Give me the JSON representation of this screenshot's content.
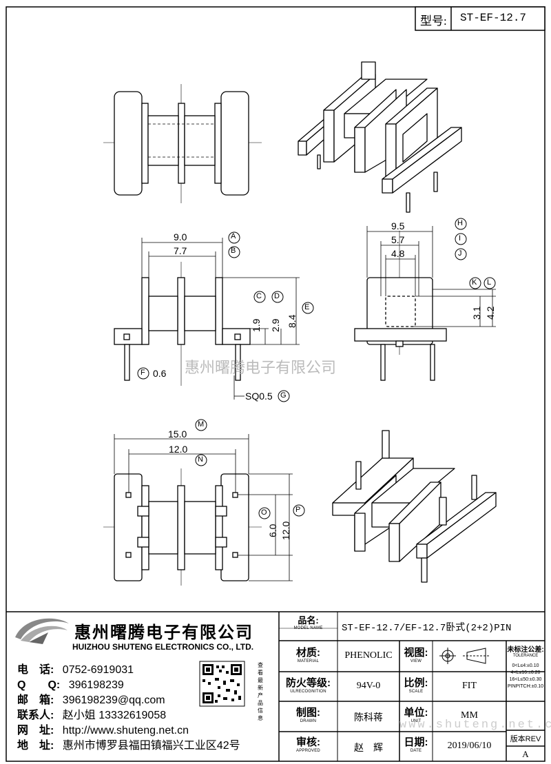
{
  "header": {
    "model_label": "型号:",
    "model_value": "ST-EF-12.7"
  },
  "watermark": "惠州曙腾电子有限公司",
  "watermark_url": "www.shuteng.net.cn",
  "dimensions": {
    "top_view": {
      "A": {
        "letter": "A",
        "value": "9.0"
      },
      "B": {
        "letter": "B",
        "value": "7.7"
      },
      "C": {
        "letter": "C",
        "value": "1.9"
      },
      "D": {
        "letter": "D",
        "value": "2.9"
      },
      "E": {
        "letter": "E",
        "value": "8.4"
      },
      "F": {
        "letter": "F",
        "value": "0.6"
      },
      "G": {
        "letter": "G",
        "value": "SQ0.5"
      }
    },
    "side_view": {
      "H": {
        "letter": "H",
        "value": "9.5"
      },
      "I": {
        "letter": "I",
        "value": "5.7"
      },
      "J": {
        "letter": "J",
        "value": "4.8"
      },
      "K": {
        "letter": "K"
      },
      "L": {
        "letter": "L"
      },
      "K_value": "3.1",
      "L_value": "4.2"
    },
    "bottom_view": {
      "M": {
        "letter": "M",
        "value": "15.0"
      },
      "N": {
        "letter": "N",
        "value": "12.0"
      },
      "O": {
        "letter": "O",
        "value": "6.0"
      },
      "P": {
        "letter": "P",
        "value": "12.0"
      }
    }
  },
  "company": {
    "name_cn": "惠州曙腾电子有限公司",
    "name_en": "HUIZHOU SHUTENG ELECTRONICS CO., LTD.",
    "contacts": [
      {
        "label": "电　话:",
        "value": "0752-6919031"
      },
      {
        "label": "Q　　Q:",
        "value": "396198239"
      },
      {
        "label": "邮　箱:",
        "value": "396198239@qq.com"
      },
      {
        "label": "联系人:",
        "value": "赵小姐 13332619058"
      },
      {
        "label": "网　址:",
        "value": "http://www.shuteng.net.cn"
      },
      {
        "label": "地　址:",
        "value": "惠州市博罗县福田镇福兴工业区42号"
      }
    ],
    "qr_caption": "查看最新产品信息"
  },
  "title_block": {
    "model_name": {
      "cn": "品名:",
      "en": "MODEL NAME",
      "value": "ST-EF-12.7/EF-12.7卧式(2+2)PIN"
    },
    "material": {
      "cn": "材质:",
      "en": "MATERIAL",
      "value": "PHENOLIC"
    },
    "view": {
      "cn": "视图:",
      "en": "VIEW"
    },
    "flame": {
      "cn": "防火等级:",
      "en": "ULRECOGNITION",
      "value": "94V-0"
    },
    "scale": {
      "cn": "比例:",
      "en": "SCALE",
      "value": "FIT"
    },
    "drawn": {
      "cn": "制图:",
      "en": "DRAWN",
      "value": "陈科蒋"
    },
    "unit": {
      "cn": "单位:",
      "en": "UNIT",
      "value": "MM"
    },
    "approved": {
      "cn": "审核:",
      "en": "APPROVED",
      "value": "赵　辉"
    },
    "date": {
      "cn": "日期:",
      "en": "DATE",
      "value": "2019/06/10"
    },
    "tolerance": {
      "title_cn": "未标注公差:",
      "title_en": "TOLERANCE",
      "rows": [
        "0<L≤4:±0.10",
        "4<L≤16:±0.20",
        "16<L≤50:±0.30",
        "PINPITCH:±0.10"
      ]
    },
    "rev": {
      "label": "版本REV",
      "value": "A"
    }
  }
}
